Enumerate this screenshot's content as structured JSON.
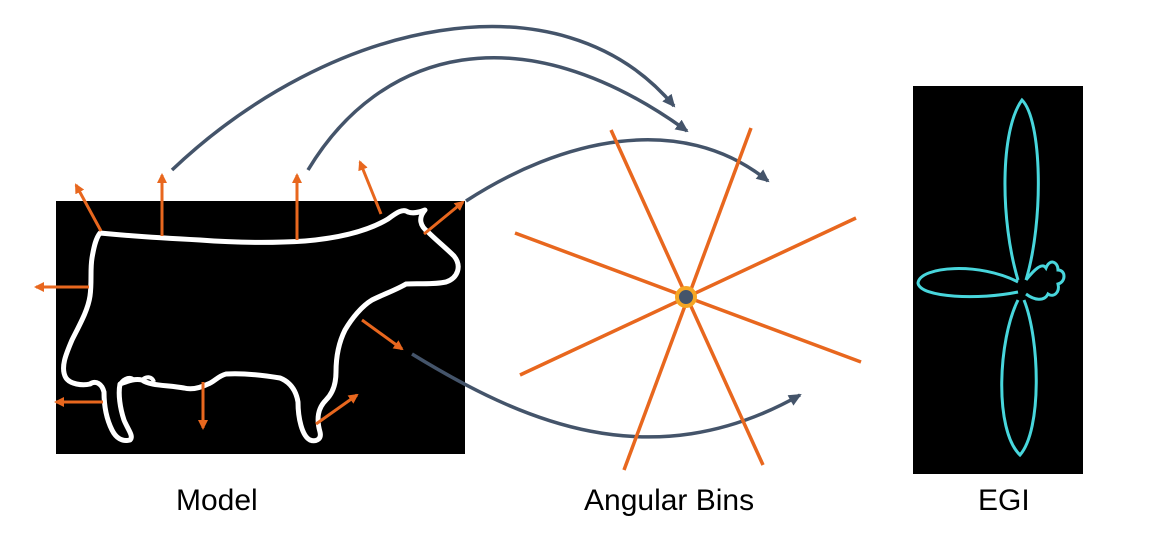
{
  "captions": {
    "model": "Model",
    "angular_bins": "Angular Bins",
    "egi": "EGI"
  },
  "colors": {
    "normal_arrow": "#e8671e",
    "bin_line": "#e8671e",
    "mapping_arrow": "#44546a",
    "silhouette": "#ffffff",
    "panel_bg": "#000000",
    "egi_curve": "#48d6dc",
    "center_dot_fill": "#44546a",
    "center_dot_ring": "#f5a623"
  }
}
